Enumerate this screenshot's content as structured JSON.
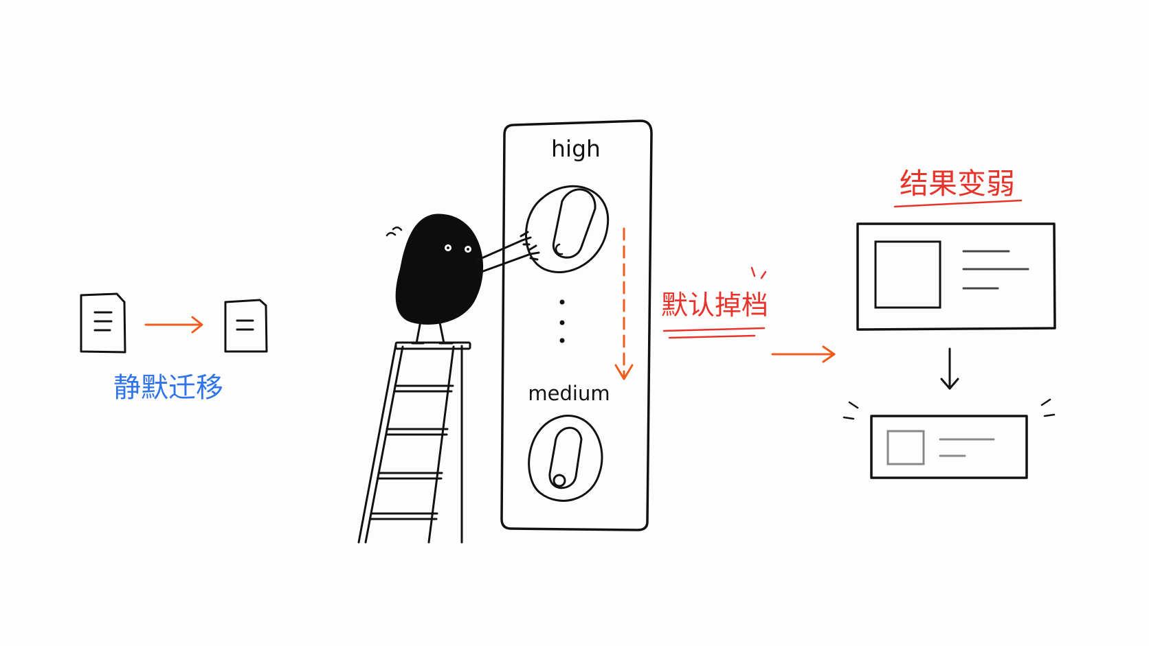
{
  "left": {
    "caption": "静默迁移",
    "caption_color": "#2f74e8",
    "arrow_color": "#f05a1a"
  },
  "dial": {
    "top_label": "high",
    "bottom_label": "medium",
    "shift_arrow_color": "#f05a1a"
  },
  "middle": {
    "caption": "默认掉档",
    "caption_color": "#e8332b",
    "arrow_color": "#f05a1a"
  },
  "right": {
    "caption": "结果变弱",
    "caption_color": "#e8332b"
  },
  "icons": [
    "document-icon",
    "dial-knob-icon",
    "character-figure",
    "ladder",
    "result-card-icon"
  ]
}
